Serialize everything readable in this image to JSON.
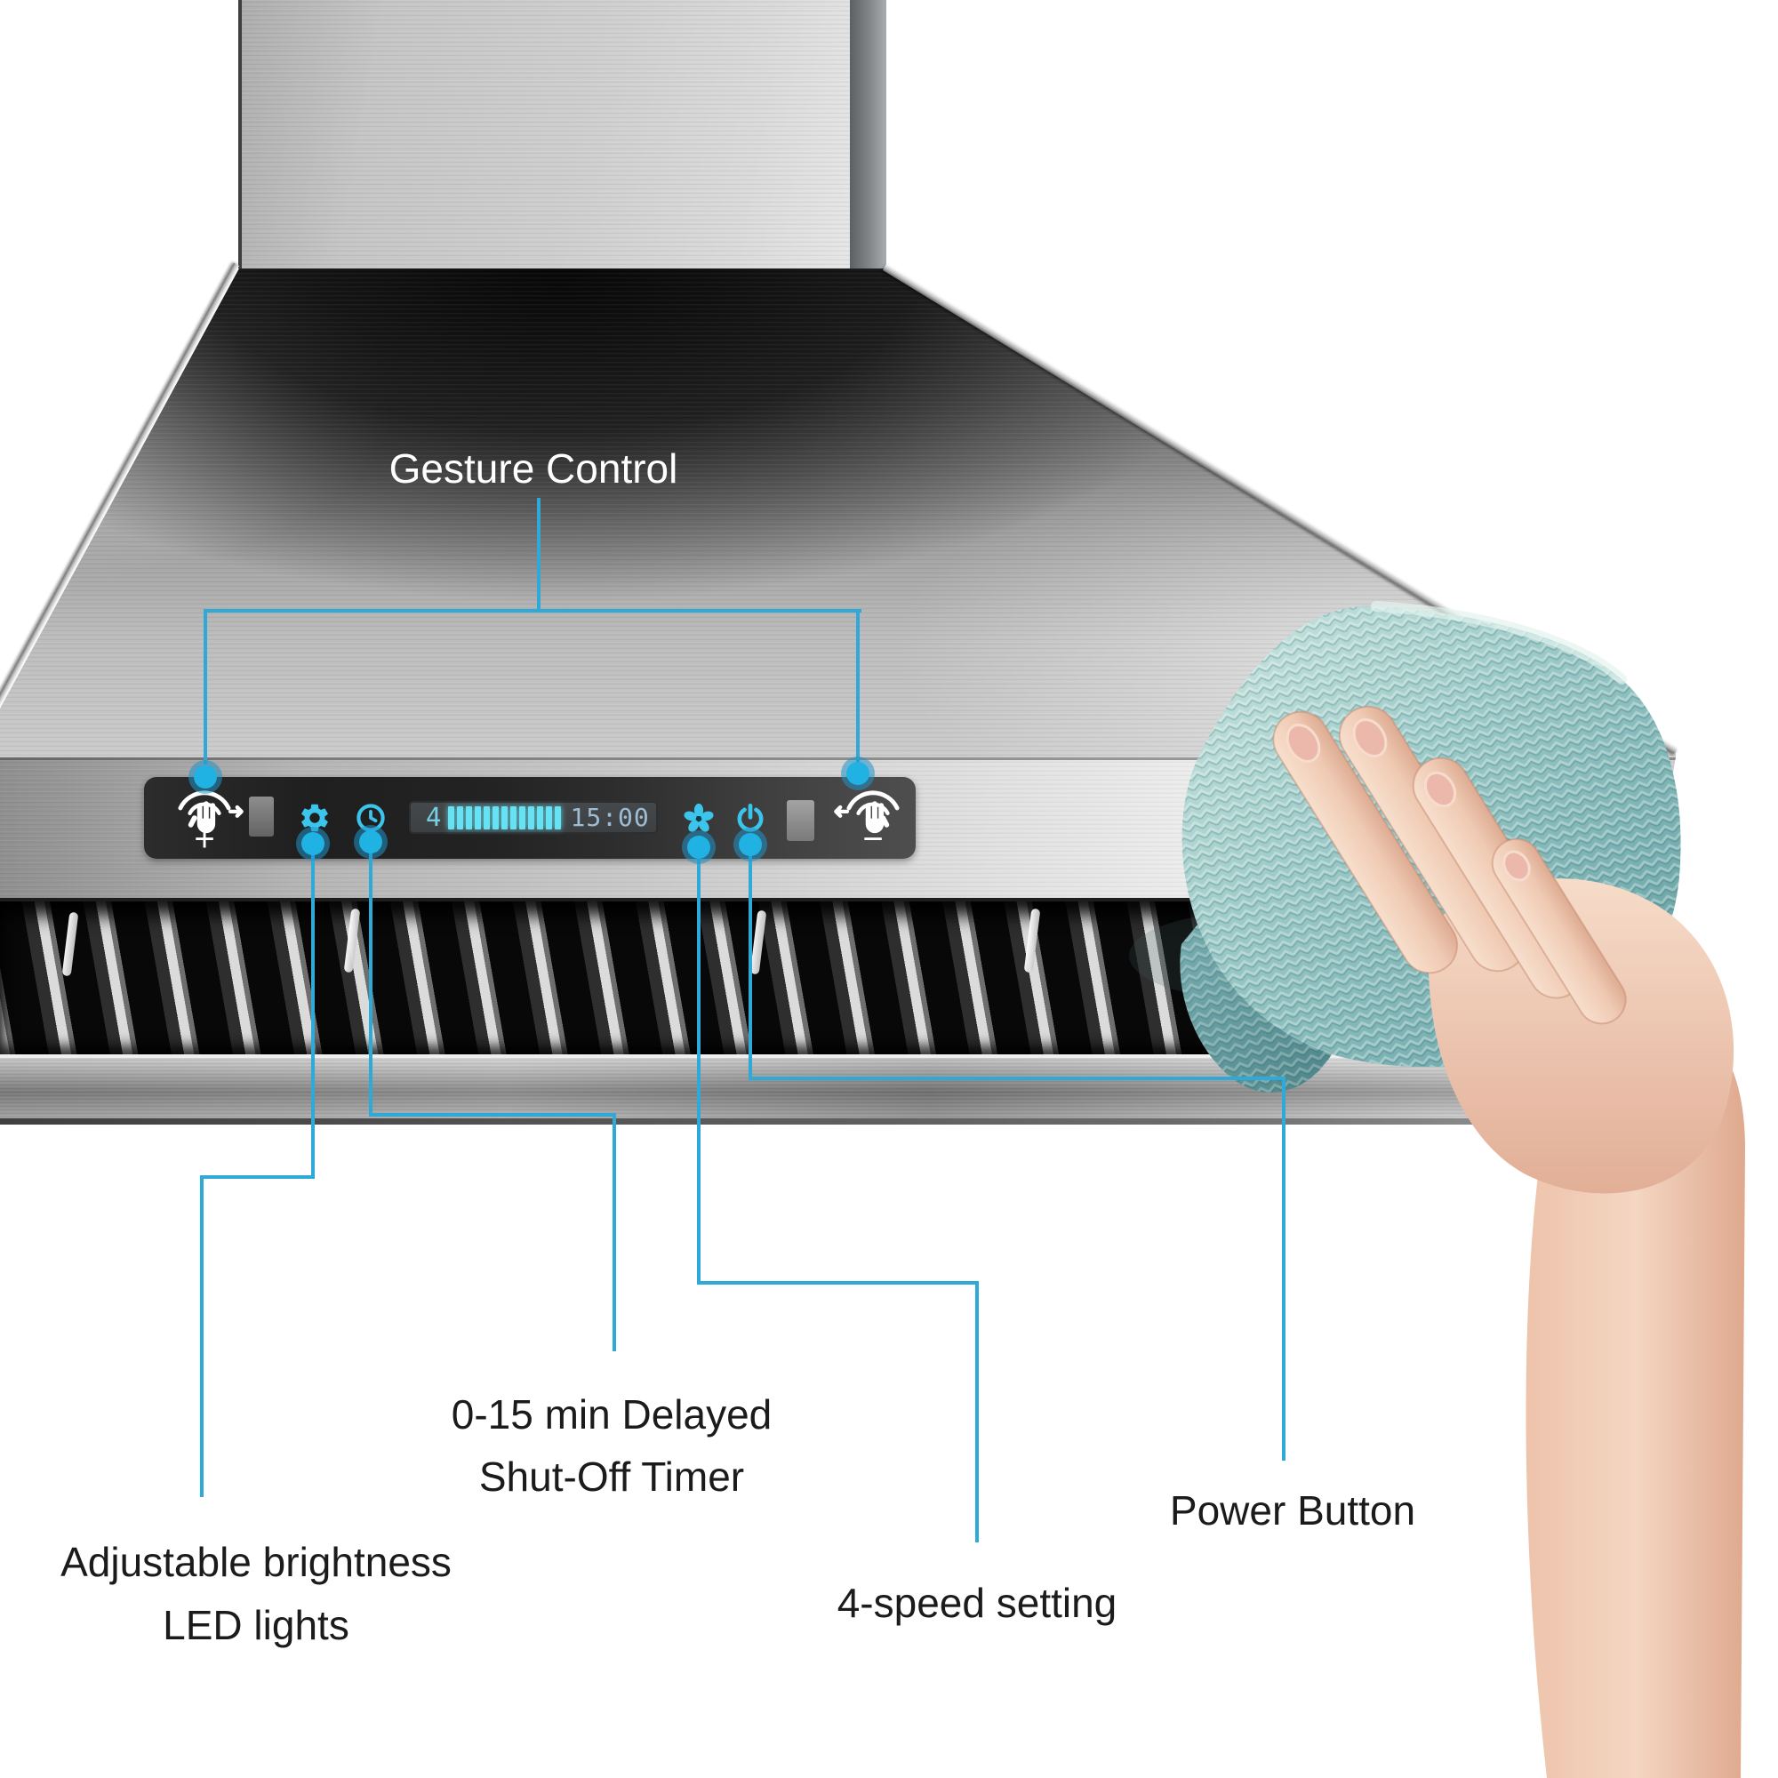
{
  "callouts": {
    "gesture": {
      "label": "Gesture Control"
    },
    "led": {
      "line1": "Adjustable brightness",
      "line2": "LED lights"
    },
    "timer": {
      "line1": "0-15 min Delayed",
      "line2": "Shut-Off Timer"
    },
    "speed": {
      "label": "4-speed setting"
    },
    "power": {
      "label": "Power Button"
    }
  },
  "panel": {
    "display": {
      "speed_digit": "4",
      "bars_total": 13,
      "timer_text": "15:00"
    },
    "gesture_left_sign": "+",
    "gesture_right_sign": "−",
    "icons": {
      "gesture_left": "gesture-swipe-right-hand-icon",
      "gesture_right": "gesture-swipe-left-hand-icon",
      "led_button": "gear-icon",
      "timer_button": "clock-icon",
      "fan_button": "fan-icon",
      "power_button": "power-icon",
      "display_glyph": "lamp-gear-icon"
    }
  },
  "colors": {
    "callout_line": "#2faad8",
    "callout_dot": "#1fb2e2",
    "icon_cyan": "#3cc5ec",
    "display_bars": "#66e2f4",
    "display_timer_text": "#9dbdd4",
    "cloth_teal": "#8fc2c0",
    "skin": "#edc5b1",
    "steel_light": "#d6d6d6",
    "panel_black": "#232323"
  }
}
